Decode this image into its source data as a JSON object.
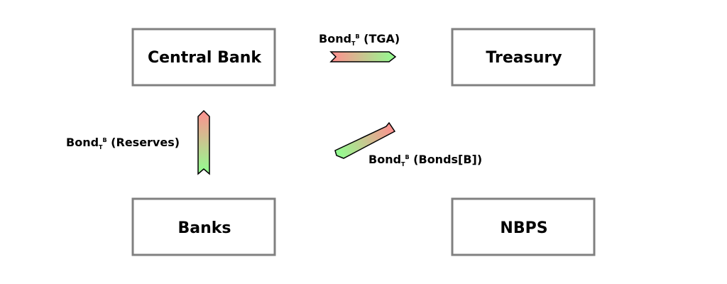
{
  "nodes": {
    "central_bank": "Central Bank",
    "treasury": "Treasury",
    "banks": "Banks",
    "nbps": "NBPS"
  },
  "flows": {
    "tga": {
      "base": "Bond",
      "subscript": "T",
      "superscript": "B",
      "account": " (TGA)"
    },
    "reserves": {
      "base": "Bond",
      "subscript": "T",
      "superscript": "B",
      "account": " (Reserves)"
    },
    "bonds_b": {
      "base": "Bond",
      "subscript": "T",
      "superscript": "B",
      "account": " (Bonds[B])"
    }
  },
  "colors": {
    "box_border": "#808080",
    "arrow_start": "#ff9090",
    "arrow_end": "#90ff90",
    "arrow_outline": "#000000"
  }
}
